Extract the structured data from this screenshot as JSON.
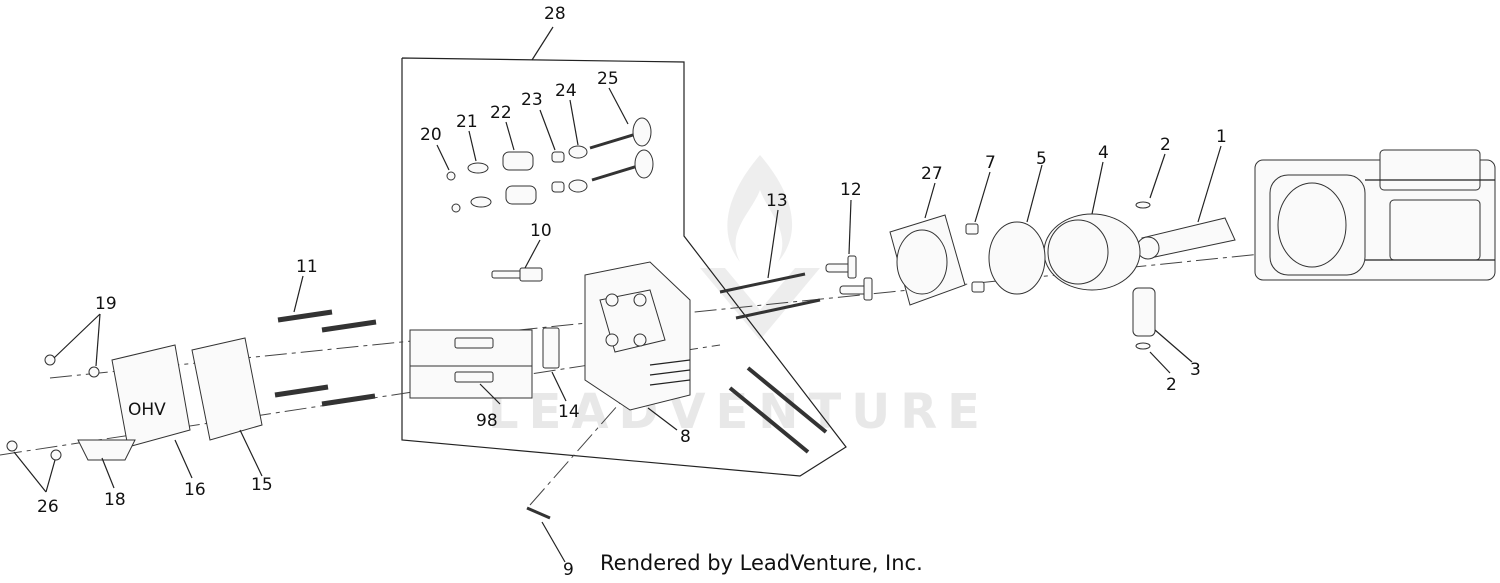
{
  "watermark": {
    "text": "LEADVENTURE"
  },
  "footer": {
    "text": "Rendered by LeadVenture, Inc."
  },
  "callouts": {
    "c1": "1",
    "c2a": "2",
    "c2b": "2",
    "c3": "3",
    "c4": "4",
    "c5": "5",
    "c7": "7",
    "c8": "8",
    "c9": "9",
    "c10": "10",
    "c11": "11",
    "c12": "12",
    "c13": "13",
    "c14": "14",
    "c15": "15",
    "c16": "16",
    "c18": "18",
    "c19": "19",
    "c20": "20",
    "c21": "21",
    "c22": "22",
    "c23": "23",
    "c24": "24",
    "c25": "25",
    "c26": "26",
    "c27": "27",
    "c28": "28",
    "c98": "98"
  },
  "icons": {
    "valve-cover-emblem": "OHV"
  }
}
